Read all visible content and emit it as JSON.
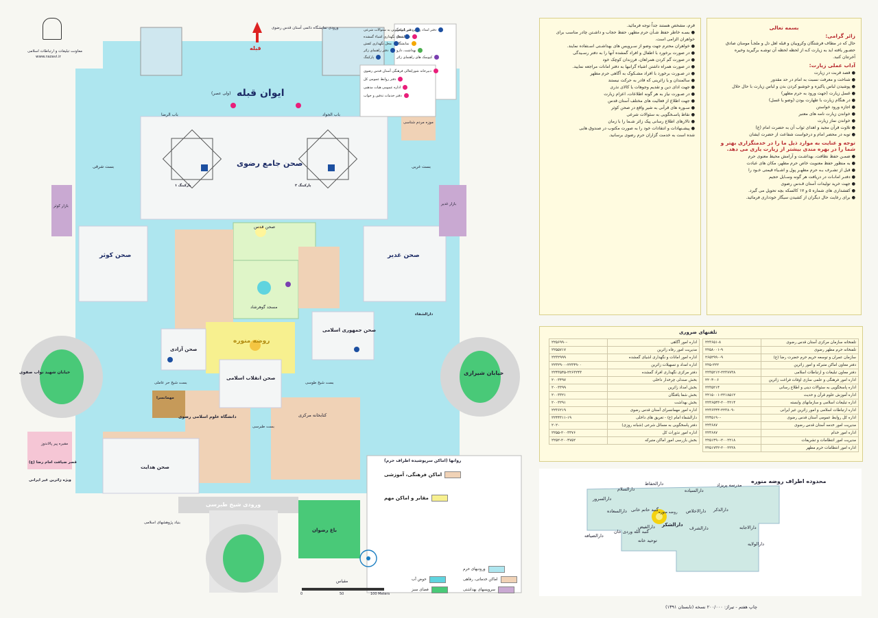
{
  "header": {
    "org_name": "معاونت تبلیغات و ارتباطات اسلامی",
    "website": "www.razavi.ir",
    "qibla": "قبله"
  },
  "colors": {
    "paper": "#f7f7f2",
    "corridor": "#aee6ef",
    "courtyard": "#f4f6f6",
    "green": "#49c978",
    "cultural": "#f0d2b6",
    "sanitary": "#c9a9d2",
    "water": "#5fd4df",
    "panel": "#fffbe0",
    "accent_red": "#b7282e"
  },
  "map_labels": {
    "iwan_qibla": "ایوان قبله",
    "iwan_qibla_sub": "(ولی عصر)",
    "sahn_jame": "صحن جامع رضوی",
    "sahn_qods": "صحن قدس",
    "sahn_kowsar": "صحن کوثر",
    "sahn_ghadir": "صحن غدیر",
    "masjed_gowharshad": "مسجد گوهرشاد",
    "rowzeh_monavvareh": "روضه منوره",
    "sahn_azadi": "صحن آزادی",
    "sahn_jomhuri": "صحن جمهوری اسلامی",
    "sahn_enqelab": "صحن انقلاب اسلامی",
    "sahn_hedayat": "صحن هدایت",
    "bab_reza": "باب الرضا",
    "bab_javad": "باب الجواد",
    "bast_sheikh_toosi": "بست شیخ طوسی",
    "bast_sheikh_hor": "بست شیخ حر عاملی",
    "bast_sharqi": "بست شرقی",
    "bast_gharbi": "بست غربی",
    "bazaar_kowsar": "بازار کوثر",
    "bazaar_ghadir": "بازار غدیر",
    "daneshgah": "دانشگاه علوم اسلامی رضوی",
    "mehmansara": "مهمانسرا",
    "ketabkhaneh": "کتابخانه مرکزی",
    "muzeh": "موزه مردم شناسی",
    "khiaban_shirazi": "خیابان شیرازی",
    "khiaban_navvab": "خیابان شهید نواب صفوی",
    "vorudi_tabarsi": "ورودی شیخ طبرسی",
    "bagh_rezvan": "باغ رضوان",
    "vorudi_ahmad": "ورودی نمایشگاه دائمی آستان قدس رضوی",
    "qasr_ziafat": "قصر ضیافت امام رضا (ع)",
    "vizheh_zaerin": "ویژه زائرین غیر ایرانی",
    "maqbareh_hor": "مقبره پیر پالاندوز",
    "parking1": "پارکینگ ۱",
    "parking2": "پارکینگ ۲",
    "bonyad": "بنیاد پژوهشهای اسلامی",
    "bast_tabarsi": "بست طبرسی",
    "dar_al_shafa": "دارالشفاء"
  },
  "map_legend": {
    "title": "روانها (اماکن سرپوشیده اطراف حرم)",
    "items": [
      {
        "label": "اماکن فرهنگی، آموزشی",
        "color": "#f0d2b6"
      },
      {
        "label": "مقابر و اماکن مهم",
        "color": "#f7f08f"
      },
      {
        "label": "ورودیهای حرم",
        "color": "#aee6ef"
      },
      {
        "label": "اماکن خدماتی، رفاهی",
        "color": "#f0d2b6"
      },
      {
        "label": "حوض آب",
        "color": "#5fd4df"
      },
      {
        "label": "فضای سبز",
        "color": "#49c978"
      },
      {
        "label": "سرویسهای بهداشتی",
        "color": "#c9a9d2"
      }
    ],
    "scale_label": "مقیاس",
    "scale_ticks": [
      "0",
      "50",
      "100 Meters"
    ]
  },
  "map_key": [
    "دفتر امداد زائرین غیر ایرانی",
    "دارالشفاء",
    "نمایشگاه",
    "بهداشت، دارو",
    "کیوسک های راهنمای زائر",
    "دفتر پاسخگویی به سئوالات شرعی",
    "محل نگهداری اشیاء گمشده",
    "محل نگهداری کفش",
    "دفتر راهنمای زائر",
    "پارکینگ",
    "دبیرخانه شورایعالی فرهنگی آستان قدس رضوی",
    "دفتر روابط عمومی کل",
    "اداره عمومی هیات مذهبی",
    "دفتر خدمات تدفین و خواب"
  ],
  "right_panel": {
    "basmala": "بسمه تعالی",
    "greeting_head": "زائر گرامی:",
    "greeting": [
      "حال که در مطاف فرشتگان وکروبیان و قبله اهل دل و ملجـأ مومنان صادق",
      "حضـور یافته اید به زیارت کـه از لحظه لحظه آن توشـه برگیرید وخیره",
      "آخرتتان کنید."
    ],
    "adab_head": "آداب عملی زیارت:",
    "adab": [
      "● قصد قربت در زیارت",
      "● شناخت و معرفت نسبت به امام در حد مقدور",
      "● پوشیدن لباس پاکیزه و خوشبو کردن بدن و لباس زیارت با حال حلال",
      "● غسل زیارت (جهت ورود به حرم مطهر)",
      "● در هنگام زیارت با طهارت بودن (وضو یا غسل)",
      "● اجازه ورود خواستن",
      "● خواندن زیارت نامه های معتبر",
      "● خواندن نماز زیارت",
      "● تلاوت قرآن مجید و اهدای ثواب آن به حضرت امام (ع)",
      "● توبه در محضر امام و درخواست شفاعت از حضرت ایشان"
    ],
    "services_head": "توجه و عنایت به موارد ذیل ما را در خدمتگزاری بهتر و شما را در بهره مندی بیشتر از زیارت یاری می دهد.",
    "services": [
      "● ضمـن حفظ نظافت، بهداشـت و آرامش محیط معنوی حرم",
      "● به منظور حفظ معنویت خاص حرم مطهر، مکان های عبادت",
      "● قبل از تشـرف بـه حرم مطهـر پول و اشـیاء قیمتی خـود را",
      "● دفتـر امانـات در دریافت هر گونه وسـایل حجیم",
      "● جهت خرید تولیدات آستان قـدس رضوی",
      "● کفشداری های شماره ۵ و ۱۷ کالسکه بچه تحویل می گیرد.",
      "● برای رعایت حال دیگران از کشیدن سیگار خودداری فرمائید."
    ]
  },
  "middle_panel": {
    "lines": [
      "قرم، مشخص هستند جداً توجه فرمائید.",
      "● بسـه خاطر حفظ شـأن حرم مطهر، حفظ حجاب و داشـتن چادر مناسب برای",
      "خواهران الزامی است.",
      "● خواهران محترم جهت وضو از سـرویس های بهداشـتی اسـتفاده نمایند.",
      "● در صورت برخورد با اطفال و افراد گمشده آنها را به دفتر رسـیدگی",
      "● در صورت گم کردن همراهان، فرزندان کوچک خود",
      "● در صورت همراه داشتن اشیاء گرانبها به دفتر امانات مراجعه نمایید.",
      "● در صـورت برخورد با افراد مشـکوک به آگاهی حرم مطهر",
      "● سالمندان و یا زائرینی که قادر به حرکت نیستند",
      "● جهت ادای دین و تقدیم وجوهات یا کالای نذری",
      "● در صـورت نیاز به هر گونه اطلاعات، اعزام زیارت",
      "● جهت اطلاع از فعالیت های مختلف آستان قدس",
      "● سـوره های قرآنی به شیر واقع در صحن کوثر",
      "● نقاط پاسـخگویی به سئوالات شرعی",
      "● تالارهای اطلاع رسانی پیک زائر شـما را با زمان",
      "● پیشـنهادات و انتقادات خود را به صورت مکتوب در صندوق هایی",
      "شده است به خدمت گزاران حرم رضوی برسانید."
    ]
  },
  "phones": {
    "title": "تلفنهای ضروری",
    "right_col": [
      {
        "name": "تلفنخانه سازمان مرکزی آستان قدس رضوی",
        "num": "۲۲۳۶۵۱-۸"
      },
      {
        "name": "تلفنخانه حرم مطهر رضوی",
        "num": "۲۲۵۸۰۰۱-۹"
      },
      {
        "name": "سازمان عمران و توسعه حریم حرم حضرت رضا (ع)",
        "num": "۲۶۵۲۹۹۰-۹"
      },
      {
        "name": "دفتر معاون اماکن متبرکه و امور زائرین",
        "num": "۲۲۵-۲۲۲"
      },
      {
        "name": "دفتر معاون تبلیغات و ارتباطات اسلامی",
        "num": "۲۲۳۵۲۱۲-۲۲۳۷۷۳۸"
      },
      {
        "name": "اداره امور فرهنگی و علمی سازی اوقات فراغت زائرین",
        "num": "۲۲۰۴-۰۶"
      },
      {
        "name": "اداره پاسخگویی به سئوالات دینی و اطلاع رسانی",
        "num": "۲۲۳۵۲۱۴"
      },
      {
        "name": "اداره آموزش علوم قرآن و حدیث",
        "num": "۲۲۱۵۰۰۱-۲۲۱۸۵۱۲"
      },
      {
        "name": "اداره تبلیغات اسلامی و سازمانهای وابسته",
        "num": "۲۲۳۶۵۴۳-۲۰۰۳۲۱۴"
      },
      {
        "name": "اداره ارتباطات اسلامی و امور زائرین غیر ایرانی",
        "num": "۲۲۳۶۳۴۴-۲۲۳۸۰۹۰"
      },
      {
        "name": "اداره کل روابط عمومی آستان قدس رضوی",
        "num": "۲۲۴۵۱۹۰-"
      },
      {
        "name": "مدیریت امور خدمه آستان قدس رضوی",
        "num": "۲۲۳۶۸۷"
      },
      {
        "name": "اداره امور خدام",
        "num": "۲۲۳۶۸۷"
      },
      {
        "name": "مدیریت امور انتظامات و تشریفات",
        "num": "۲۲۵۱۴۹۰-۲۰۰۲۲۱۸"
      },
      {
        "name": "اداره امور انتظامات حرم مطهر",
        "num": "۲۲۵۱۷۳۲-۲۰۰۲۲۲۸"
      }
    ],
    "left_col": [
      {
        "name": "اداره امور آگاهی",
        "num": "۲۲۵۶۹۹۰-"
      },
      {
        "name": "مدیریت امور رفاه زائرین",
        "num": "۲۲۵۵۷۱۷"
      },
      {
        "name": "اداره امور امانات و نگهداری اشیای گمشده",
        "num": "۲۲۳۲۹۹۹"
      },
      {
        "name": "اداره امداد و تسهیلات زائرین",
        "num": "۲۲۳۲۹۰۰-۲۲۳۴۹۰۰"
      },
      {
        "name": "دفتر مرکزی نگهداری افراد گمشده",
        "num": "۲۲۴۳۵۴۵-۲۲۶۳۲۴۳"
      },
      {
        "name": "بخش صندلی چرخدار داخلی",
        "num": "۲۰۰۳۴۹۷"
      },
      {
        "name": "بخش امداد زائرین",
        "num": "۲۰۰۳۳۹۹"
      },
      {
        "name": "بخش شفا یافتگان",
        "num": "۲۰۰۳۳۲۱"
      },
      {
        "name": "بخش بهداشت",
        "num": "۲۰۰۳۲۹۱"
      },
      {
        "name": "اداره امور مهمانسرای آستان قدس رضوی",
        "num": "۲۲۳۶۲۱۹"
      },
      {
        "name": "دارالشفاء امام (ع) - تغریق های داخلی",
        "num": "۲۲۴۴۳۱۱-۱۹"
      },
      {
        "name": "دفتر پاسخگویی به مسائل شرعی (شبانه روزی)",
        "num": "۲۰۲۰"
      },
      {
        "name": "اداره امور نذورات کل",
        "num": "۲۲۵۵-۲۰۰۳۳۷۶"
      },
      {
        "name": "بخش بازرسی امور اماکن متبرکه",
        "num": "۲۲۵۲-۲۰۰۴۷۵۲"
      }
    ]
  },
  "rowzeh_map": {
    "title": "محدوده اطراف روضه منوره",
    "labels": [
      "مدرسه پریزاد",
      "دارالسیاده",
      "دارالسرور",
      "دارالسلام",
      "دارالحفاظ",
      "دارالسعاده",
      "گنبد حاتم خانی",
      "دارالاخلاص",
      "دارالذکر",
      "دارالفیض",
      "دارالشکر",
      "دارالشرف",
      "دارالاجابه",
      "دارالولایه",
      "دارالضیافه",
      "گنبد الله وردی خان",
      "توحید خانه",
      "روضه منوره"
    ]
  },
  "footer": {
    "print_note": "چاپ هفتم - تیراژ: ۲۰۰/۰۰۰ نسخه (تابستان ۱۳۹۱)"
  }
}
